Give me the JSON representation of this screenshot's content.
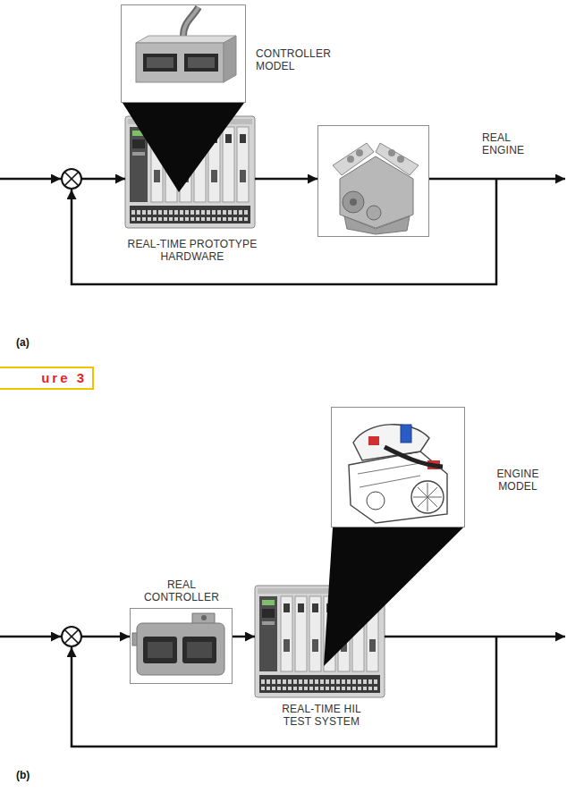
{
  "diagram": {
    "nodes": [
      {
        "text": [
          "CONTROLLER MODEL"
        ]
      },
      {
        "text": [
          "REAL-TIME PROTOTYPE HARDWARE"
        ]
      },
      {
        "text": [
          "REAL ENGINE"
        ]
      },
      {
        "text": [
          "ure 3"
        ]
      },
      {
        "text": [
          "ENGINE MODEL"
        ]
      },
      {
        "text": [
          "REAL CONTROLLER"
        ]
      },
      {
        "text": [
          "REAL-TIME HIL TEST SYSTEM"
        ]
      }
    ],
    "edges": [
      {
        "from": 1,
        "to": 2,
        "arrow": "to"
      },
      {
        "from": 5,
        "to": 6,
        "arrow": "to"
      }
    ],
    "labels": [
      "(a)",
      "(b)"
    ]
  }
}
